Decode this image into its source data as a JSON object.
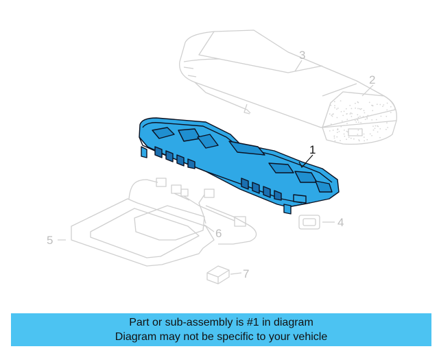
{
  "callouts": [
    {
      "number": "1",
      "active": true
    },
    {
      "number": "2",
      "active": false
    },
    {
      "number": "3",
      "active": false
    },
    {
      "number": "4",
      "active": false
    },
    {
      "number": "5",
      "active": false
    },
    {
      "number": "6",
      "active": false
    },
    {
      "number": "7",
      "active": false
    }
  ],
  "colors": {
    "highlight_fill": "#2fa8e6",
    "highlight_stroke": "#0b1020",
    "ghost_stroke": "#cfcfcf",
    "banner_bg": "#4cc3f2"
  },
  "banner": {
    "line1": "Part or sub-assembly is #1 in diagram",
    "line2": "Diagram may not be specific to your vehicle"
  }
}
